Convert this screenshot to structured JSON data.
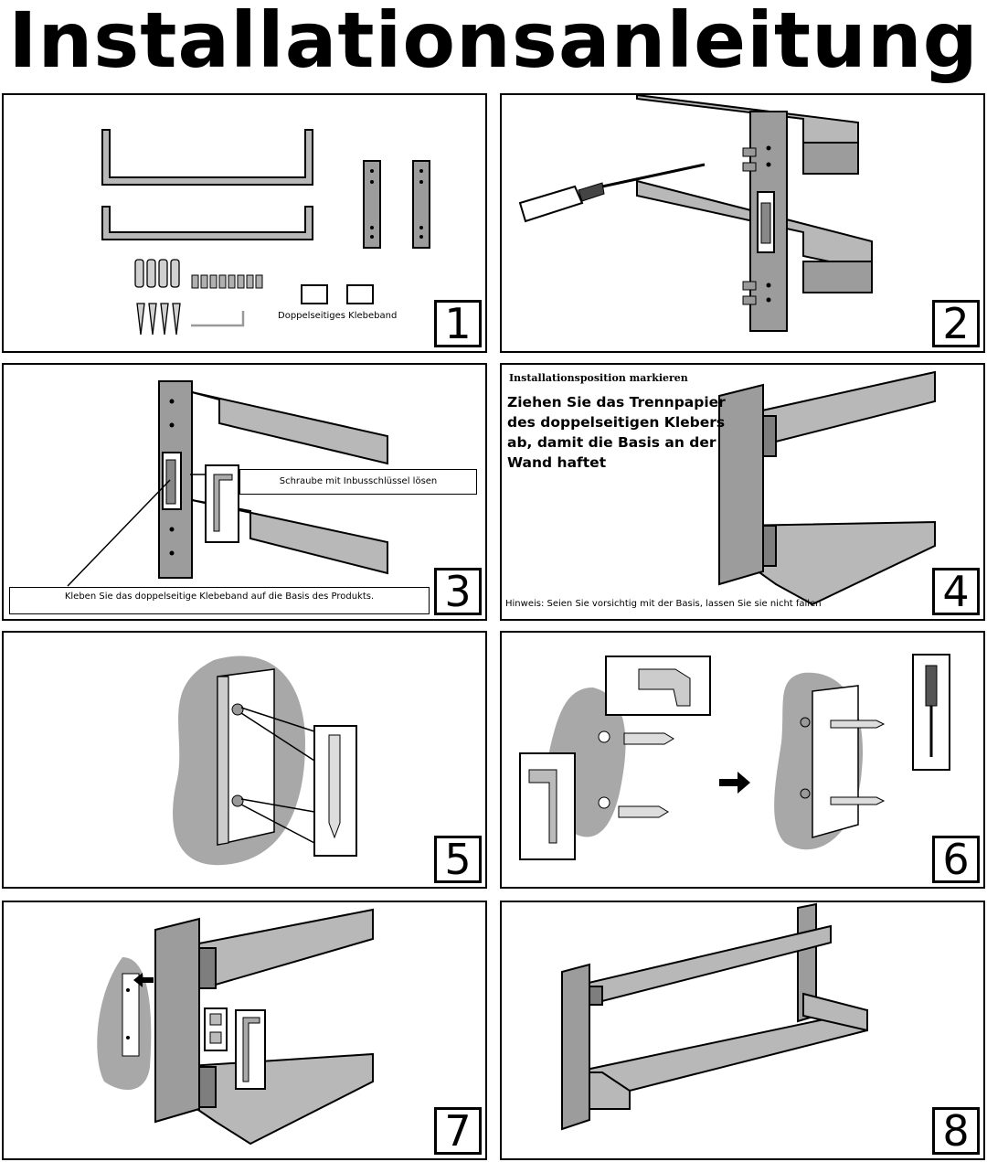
{
  "title": "Installationsanleitung",
  "panels": {
    "p1": {
      "step": "1",
      "tape_label": "Doppelseitiges Klebeband"
    },
    "p2": {
      "step": "2"
    },
    "p3": {
      "step": "3",
      "callout_screw": "Schraube mit Inbusschlüssel lösen",
      "callout_tape": "Kleben Sie das doppelseitige Klebeband auf die Basis des Produkts."
    },
    "p4": {
      "step": "4",
      "heading": "Installationsposition markieren",
      "instruction": "Ziehen Sie das Trennpapier des doppelseitigen Klebers ab, damit die Basis an der Wand haftet",
      "hint": "Hinweis: Seien Sie vorsichtig mit der Basis, lassen Sie sie nicht fallen"
    },
    "p5": {
      "step": "5"
    },
    "p6": {
      "step": "6"
    },
    "p7": {
      "step": "7"
    },
    "p8": {
      "step": "8"
    }
  }
}
